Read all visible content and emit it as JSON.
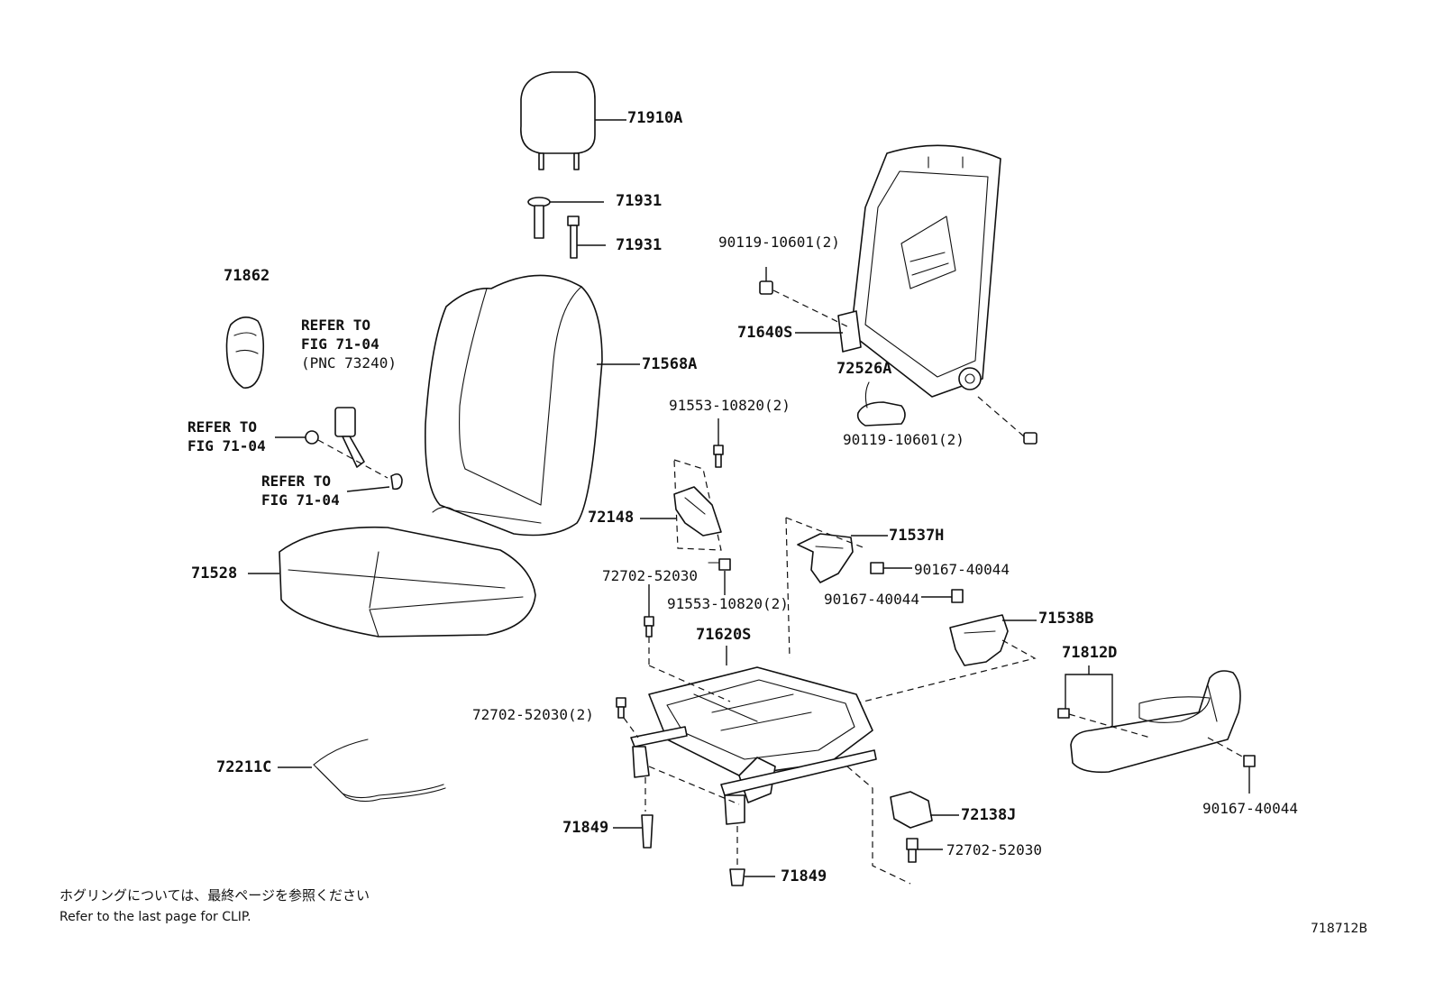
{
  "diagram": {
    "labels": {
      "headrest": "71910A",
      "support_upper": "71931",
      "support_lower": "71931",
      "cover_part": "71862",
      "refer_belt_1": "REFER TO",
      "refer_belt_2": "FIG 71-04",
      "refer_belt_3": "(PNC 73240)",
      "refer_left_1": "REFER TO",
      "refer_left_2": "FIG 71-04",
      "refer_lower_1": "REFER TO",
      "refer_lower_2": "FIG 71-04",
      "back_cover": "71568A",
      "cushion": "71528",
      "wire": "72211C",
      "bolt_top": "90119-10601(2)",
      "back_frame": "71640S",
      "cover_72526a": "72526A",
      "bolt_right": "90119-10601(2)",
      "bolt_91553_top": "91553-10820(2)",
      "bracket": "72148",
      "cover_71537h": "71537H",
      "screw_90167_a": "90167-40044",
      "clip_72702_a": "72702-52030",
      "bolt_91553_bottom": "91553-10820(2)",
      "screw_90167_b": "90167-40044",
      "cover_71538b": "71538B",
      "frame_assy": "71620S",
      "shield": "71812D",
      "clip_72702_b": "72702-52030(2)",
      "cover_72138j": "72138J",
      "clip_72702_c": "72702-52030",
      "pin_a": "71849",
      "pin_b": "71849",
      "screw_90167_c": "90167-40044"
    },
    "notes": {
      "jp": "ホグリングについては、最終ページを参照ください",
      "en": "Refer to the last page for CLIP."
    },
    "figure_code": "718712B"
  }
}
